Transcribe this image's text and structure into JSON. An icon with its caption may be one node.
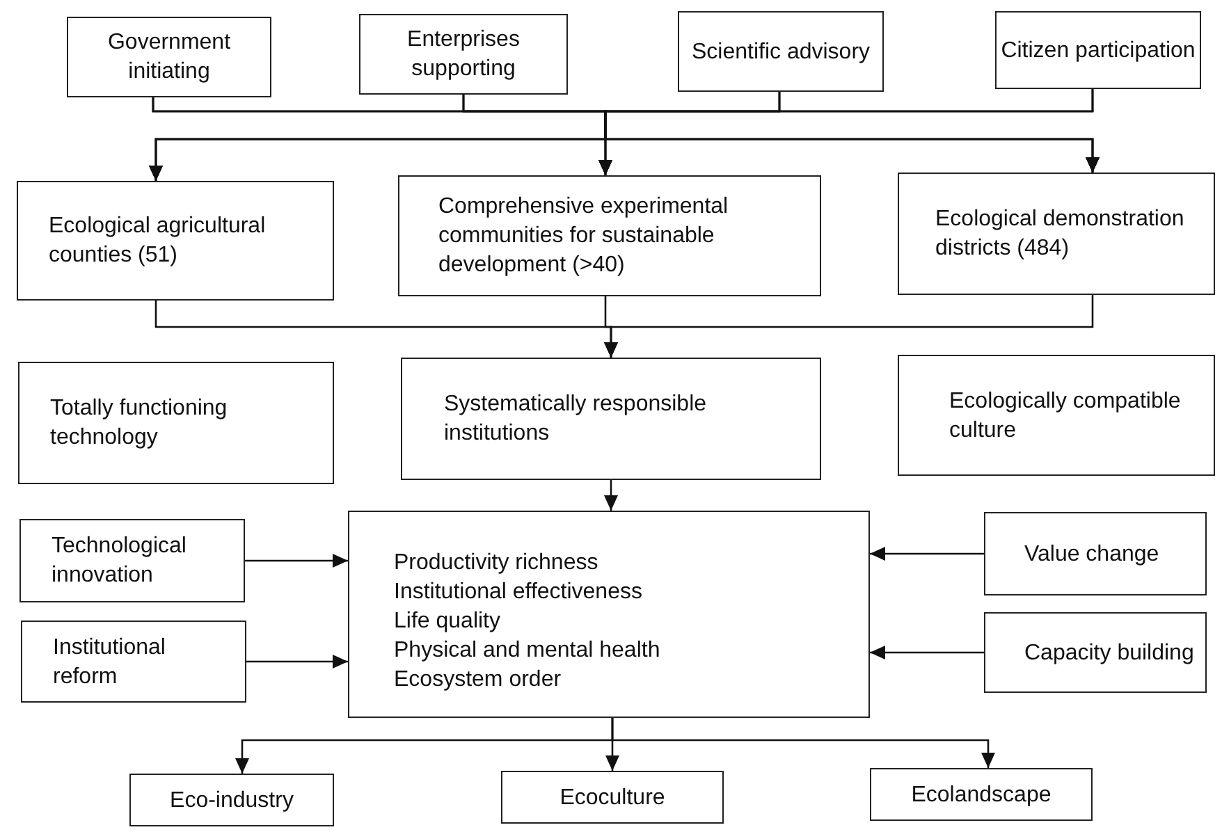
{
  "diagram": {
    "nodes": [
      {
        "text": [
          "Government initiating"
        ]
      },
      {
        "text": [
          "Enterprises supporting"
        ]
      },
      {
        "text": [
          "Scientific advisory"
        ]
      },
      {
        "text": [
          "Citizen participation"
        ]
      },
      {
        "text": [
          "Ecological agricultural counties (51)"
        ]
      },
      {
        "text": [
          "Comprehensive experimental communities for sustainable development (>40)"
        ]
      },
      {
        "text": [
          "Ecological demonstration districts (484)"
        ]
      },
      {
        "text": [
          "Totally functioning technology"
        ]
      },
      {
        "text": [
          "Systematically responsible institutions"
        ]
      },
      {
        "text": [
          "Ecologically compatible culture"
        ]
      },
      {
        "text": [
          "Technological innovation"
        ]
      },
      {
        "text": [
          "Institutional reform"
        ]
      },
      {
        "text": [
          "Productivity richness",
          "Institutional effectiveness",
          "Life quality",
          "Physical and mental health",
          "Ecosystem order"
        ]
      },
      {
        "text": [
          "Value change"
        ]
      },
      {
        "text": [
          "Capacity building"
        ]
      },
      {
        "text": [
          "Eco-industry"
        ]
      },
      {
        "text": [
          "Ecoculture"
        ]
      },
      {
        "text": [
          "Ecolandscape"
        ]
      }
    ],
    "edges": [
      {
        "from": 0,
        "to": 4,
        "arrow": "to"
      },
      {
        "from": 0,
        "to": 5,
        "arrow": "to"
      },
      {
        "from": 0,
        "to": 6,
        "arrow": "to"
      },
      {
        "from": 1,
        "to": 4,
        "arrow": "to"
      },
      {
        "from": 1,
        "to": 5,
        "arrow": "to"
      },
      {
        "from": 1,
        "to": 6,
        "arrow": "to"
      },
      {
        "from": 2,
        "to": 4,
        "arrow": "to"
      },
      {
        "from": 2,
        "to": 5,
        "arrow": "to"
      },
      {
        "from": 2,
        "to": 6,
        "arrow": "to"
      },
      {
        "from": 3,
        "to": 4,
        "arrow": "to"
      },
      {
        "from": 3,
        "to": 5,
        "arrow": "to"
      },
      {
        "from": 3,
        "to": 6,
        "arrow": "to"
      },
      {
        "from": 4,
        "to": 8,
        "arrow": "to"
      },
      {
        "from": 5,
        "to": 8,
        "arrow": "to"
      },
      {
        "from": 6,
        "to": 8,
        "arrow": "to"
      },
      {
        "from": 8,
        "to": 12,
        "arrow": "to"
      },
      {
        "from": 10,
        "to": 12,
        "arrow": "to"
      },
      {
        "from": 11,
        "to": 12,
        "arrow": "to"
      },
      {
        "from": 13,
        "to": 12,
        "arrow": "to"
      },
      {
        "from": 14,
        "to": 12,
        "arrow": "to"
      },
      {
        "from": 12,
        "to": 15,
        "arrow": "to"
      },
      {
        "from": 12,
        "to": 16,
        "arrow": "to"
      },
      {
        "from": 12,
        "to": 17,
        "arrow": "to"
      }
    ]
  }
}
